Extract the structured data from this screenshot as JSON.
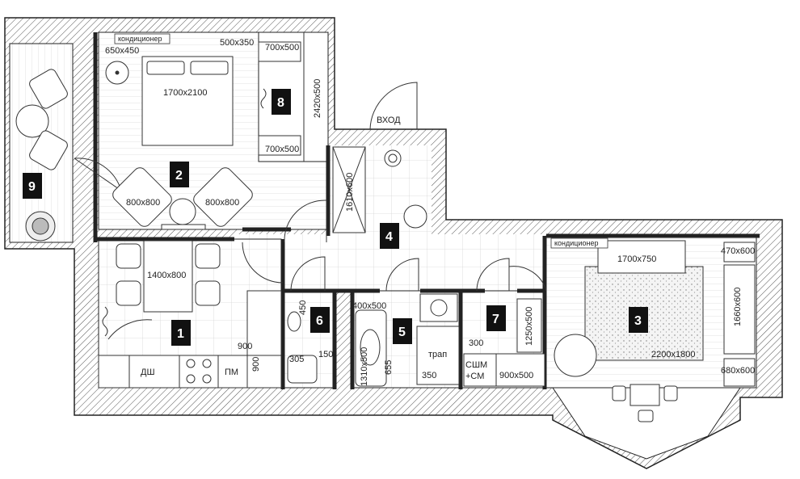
{
  "plan": {
    "rooms": [
      {
        "number": "1"
      },
      {
        "number": "2"
      },
      {
        "number": "3"
      },
      {
        "number": "4"
      },
      {
        "number": "5"
      },
      {
        "number": "6"
      },
      {
        "number": "7"
      },
      {
        "number": "8"
      },
      {
        "number": "9"
      }
    ],
    "labels": {
      "entrance": "ВХОД",
      "ac_bedroom": "кондиционер",
      "ac_living": "кондиционер",
      "dishwasher": "ДШ",
      "microwave": "ПМ",
      "drain": "трап",
      "washer_dryer_line1": "СШМ",
      "washer_dryer_line2": "+СМ"
    },
    "dimensions": {
      "bedroom_unit": "650x450",
      "bed": "1700x2100",
      "nightstand": "500x350",
      "wardrobe_top": "700x500",
      "wardrobe_bottom": "700x500",
      "wardrobe_side": "2420x500",
      "armchair_left": "800x800",
      "armchair_right": "800x800",
      "hall_wardrobe": "1610x600",
      "dining_table": "1400x800",
      "kitchen_900_a": "900",
      "kitchen_900_b": "900",
      "wc_450": "450",
      "wc_305": "305",
      "wc_150": "150",
      "bath_sink": "400x500",
      "bath_tub": "1310x500",
      "bath_655": "655",
      "bath_350": "350",
      "laundry_300": "300",
      "laundry_shelf": "1250x500",
      "laundry_cabinet": "900x500",
      "sofa": "1700x750",
      "shelf_top": "470x600",
      "tv_unit": "1660x600",
      "cabinet_bottom": "680x600",
      "rug": "2200x1800"
    }
  },
  "colors": {
    "wall_stroke": "#222222",
    "hatch": "#555555",
    "badge": "#111111",
    "floor_grid": "#cfcfcf"
  }
}
